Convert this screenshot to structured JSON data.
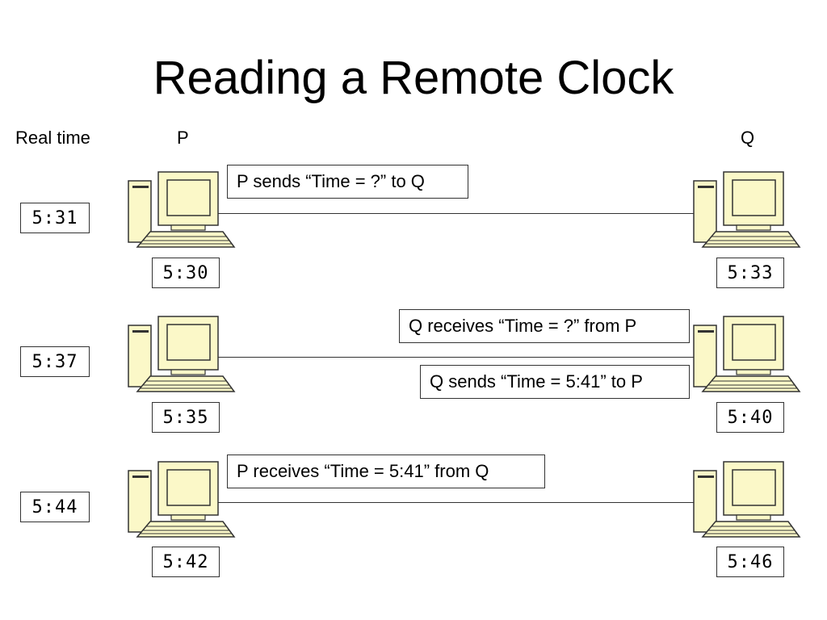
{
  "title": "Reading a Remote Clock",
  "columns": {
    "real_time": "Real time",
    "p": "P",
    "q": "Q"
  },
  "rows": [
    {
      "real_time": "5:31",
      "p_clock": "5:30",
      "q_clock": "5:33",
      "messages": [
        "P sends “Time = ?” to Q"
      ]
    },
    {
      "real_time": "5:37",
      "p_clock": "5:35",
      "q_clock": "5:40",
      "messages": [
        "Q receives “Time = ?” from P",
        "Q sends “Time = 5:41” to P"
      ]
    },
    {
      "real_time": "5:44",
      "p_clock": "5:42",
      "q_clock": "5:46",
      "messages": [
        "P receives “Time = 5:41” from Q"
      ]
    }
  ],
  "colors": {
    "computer_fill": "#fbf8c8",
    "computer_stroke": "#333333",
    "line": "#333333"
  }
}
